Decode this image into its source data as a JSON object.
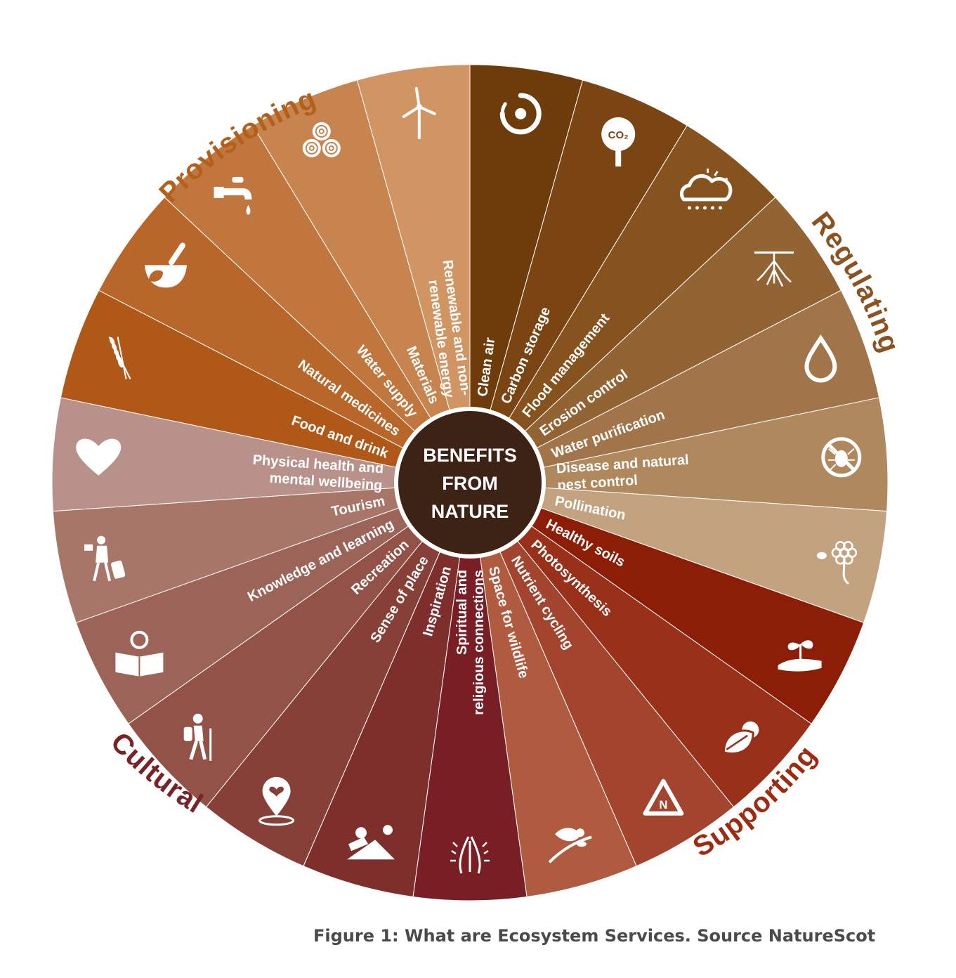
{
  "center": {
    "lines": [
      "BENEFITS",
      "FROM",
      "NATURE"
    ],
    "color": "#3d2316"
  },
  "groups": [
    {
      "name": "Provisioning",
      "color": "#b4601b"
    },
    {
      "name": "Regulating",
      "color": "#8a5422"
    },
    {
      "name": "Supporting",
      "color": "#9c2b12"
    },
    {
      "name": "Cultural",
      "color": "#7a2326"
    }
  ],
  "segments": [
    {
      "label": "Clean air",
      "group": "Regulating",
      "color": "#6e3b0b",
      "icon": "swirl-air-icon"
    },
    {
      "label": "Carbon storage",
      "group": "Regulating",
      "color": "#7a4512",
      "icon": "tree-co2-icon"
    },
    {
      "label": "Flood management",
      "group": "Regulating",
      "color": "#86531f",
      "icon": "rain-cloud-icon"
    },
    {
      "label": "Erosion control",
      "group": "Regulating",
      "color": "#936433",
      "icon": "roots-icon"
    },
    {
      "label": "Water purification",
      "group": "Regulating",
      "color": "#a17549",
      "icon": "water-drop-icon"
    },
    {
      "label": "Disease and natural|pest control",
      "group": "Regulating",
      "color": "#b0885e",
      "icon": "no-tick-icon"
    },
    {
      "label": "Pollination",
      "group": "Regulating",
      "color": "#c3a27f",
      "icon": "bee-flower-icon"
    },
    {
      "label": "Healthy soils",
      "group": "Supporting",
      "color": "#8c1d06",
      "icon": "hand-seedling-icon"
    },
    {
      "label": "Photosynthesis",
      "group": "Supporting",
      "color": "#98301a",
      "icon": "leaf-sun-icon"
    },
    {
      "label": "Nutrient cycling",
      "group": "Supporting",
      "color": "#a3452e",
      "icon": "nutrient-cycle-icon"
    },
    {
      "label": "Space for wildlife",
      "group": "Supporting",
      "color": "#b05a3f",
      "icon": "bird-branch-icon"
    },
    {
      "label": "Spiritual and|religious connections",
      "group": "Cultural",
      "color": "#781e24",
      "icon": "praying-hands-icon"
    },
    {
      "label": "Inspiration",
      "group": "Cultural",
      "color": "#7e2f2c",
      "icon": "photographer-icon"
    },
    {
      "label": "Sense of place",
      "group": "Cultural",
      "color": "#874037",
      "icon": "location-heart-icon"
    },
    {
      "label": "Recreation",
      "group": "Cultural",
      "color": "#925247",
      "icon": "hiker-icon"
    },
    {
      "label": "Knowledge and learning",
      "group": "Cultural",
      "color": "#9c6459",
      "icon": "reader-icon"
    },
    {
      "label": "Tourism",
      "group": "Cultural",
      "color": "#a77669",
      "icon": "traveller-icon"
    },
    {
      "label": "Physical health and|mental wellbeing",
      "group": "Cultural",
      "color": "#b8918a",
      "icon": "heart-icon"
    },
    {
      "label": "Food and drink",
      "group": "Provisioning",
      "color": "#b05818",
      "icon": "wheat-icon"
    },
    {
      "label": "Natural medicines",
      "group": "Provisioning",
      "color": "#b8662a",
      "icon": "mortar-pestle-icon"
    },
    {
      "label": "Water supply",
      "group": "Provisioning",
      "color": "#c0763c",
      "icon": "tap-icon"
    },
    {
      "label": "Materials",
      "group": "Provisioning",
      "color": "#c7844f",
      "icon": "logs-icon"
    },
    {
      "label": "Renewable and non-|renewable energy",
      "group": "Provisioning",
      "color": "#d09563",
      "icon": "wind-turbine-icon"
    }
  ],
  "caption": "Figure 1: What are Ecosystem Services. Source NatureScot"
}
